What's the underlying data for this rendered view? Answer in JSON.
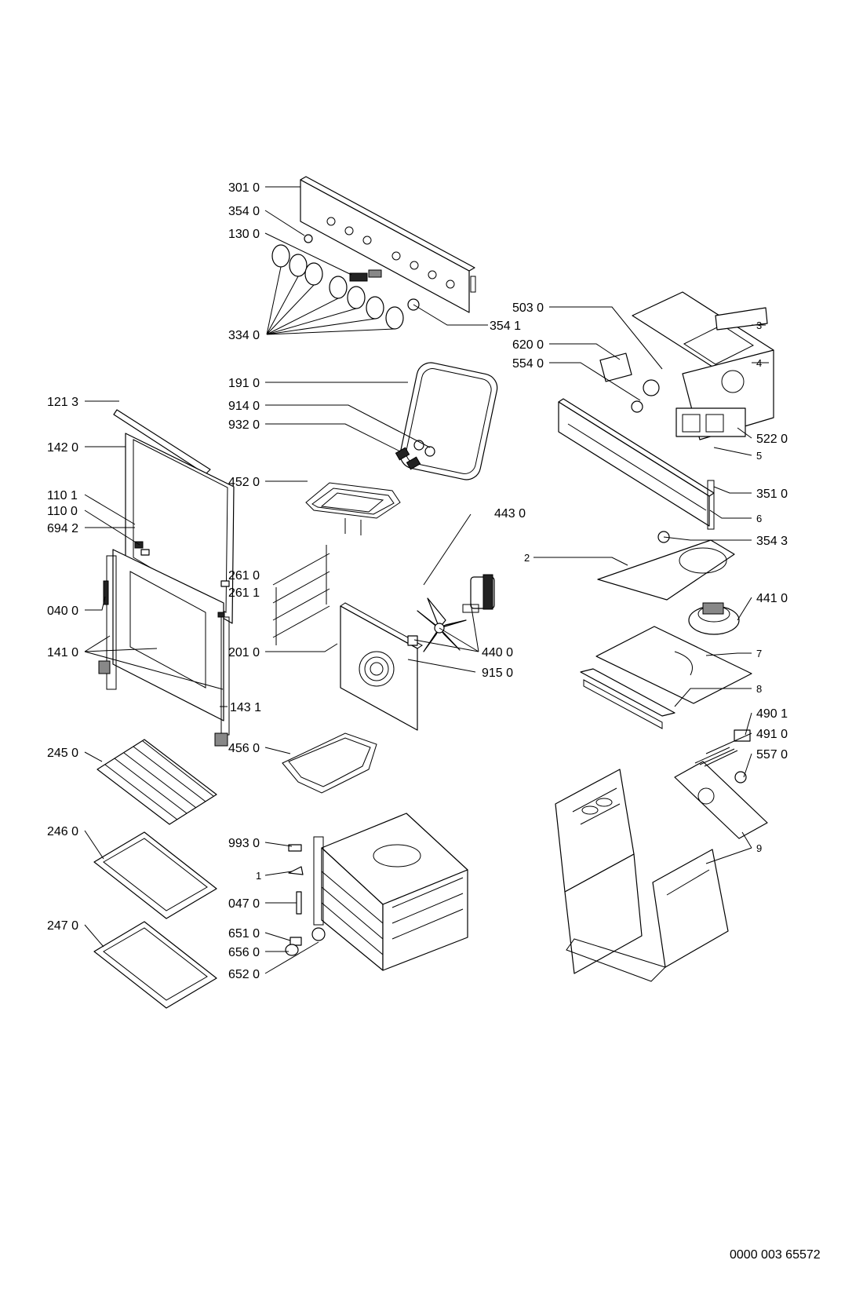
{
  "labels": {
    "l3010": "301 0",
    "l3540": "354 0",
    "l1300": "130 0",
    "l3340": "334 0",
    "l3541": "354 1",
    "l1910": "191 0",
    "l9140": "914 0",
    "l9320": "932 0",
    "l4520": "452 0",
    "l1213": "121 3",
    "l1420": "142 0",
    "l1101": "110 1",
    "l1100": "110 0",
    "l6942": "694 2",
    "l0400": "040 0",
    "l1410": "141 0",
    "l1431": "143 1",
    "l2610": "261 0",
    "l2611": "261 1",
    "l2010": "201 0",
    "l4430": "443 0",
    "l4400": "440 0",
    "l9150": "915 0",
    "l5030": "503 0",
    "l6200": "620 0",
    "l5540": "554 0",
    "l5220": "522 0",
    "l3510": "351 0",
    "l3543": "354 3",
    "l3": "3",
    "l4": "4",
    "l5": "5",
    "l6": "6",
    "l2": "2",
    "l4410": "441 0",
    "l7": "7",
    "l8": "8",
    "l4901": "490 1",
    "l4910": "491 0",
    "l5570": "557 0",
    "l9": "9",
    "l2450": "245 0",
    "l2460": "246 0",
    "l2470": "247 0",
    "l4560": "456 0",
    "l9930": "993 0",
    "l1": "1",
    "l0470": "047 0",
    "l6510": "651 0",
    "l6560": "656 0",
    "l6520": "652 0"
  },
  "document_number": "0000 003 65572"
}
